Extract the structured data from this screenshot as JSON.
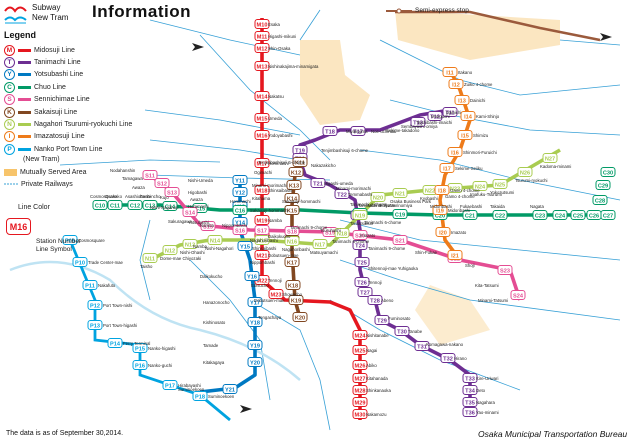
{
  "header": {
    "title": "Information",
    "subway_label": "Subway",
    "newtram_label": "New Tram"
  },
  "legend": {
    "title": "Legend",
    "lines": [
      {
        "code": "M",
        "name": "Midosuji Line",
        "color": "#e5171f"
      },
      {
        "code": "T",
        "name": "Tanimachi Line",
        "color": "#6d2e92"
      },
      {
        "code": "Y",
        "name": "Yotsubashi Line",
        "color": "#0079c2"
      },
      {
        "code": "C",
        "name": "Chuo Line",
        "color": "#019a66"
      },
      {
        "code": "S",
        "name": "Sennichimae Line",
        "color": "#e44d93"
      },
      {
        "code": "K",
        "name": "Sakaisuji Line",
        "color": "#814721"
      },
      {
        "code": "N",
        "name": "Nagahori Tsurumi-ryokuchi Line",
        "color": "#a9cc51"
      },
      {
        "code": "I",
        "name": "Imazatosuji Line",
        "color": "#ee7b1a"
      },
      {
        "code": "P",
        "name": "Nanko Port Town Line",
        "color": "#00a3e0"
      }
    ],
    "newtram_note": "(New Tram)",
    "mutual_label": "Mutually Served Area",
    "private_label": "Private Railways",
    "semi_express_label": "Semi-express stop",
    "line_color_label": "Line Color",
    "station_number_label": "Station Number",
    "line_symbol_label": "Line Symbol",
    "sample_number": "M16"
  },
  "map": {
    "stations": {
      "midosuji": [
        "Esaka",
        "Higashi-mikuni",
        "Shin-Osaka",
        "Nishinakajima-minamigata",
        "Nakatsu",
        "Umeda",
        "Yodoyabashi",
        "Hommachi",
        "Shinsaibashi",
        "Namba",
        "Daikokucho",
        "Dobutsuen-mae",
        "Tennoji",
        "Showacho",
        "Nishitanabe",
        "Nagai",
        "Abiko",
        "Kitahanada",
        "Shinkanaoka",
        "Nakamozu"
      ],
      "tanimachi": [
        "Dainichi",
        "Moriguchi",
        "Taishibashi-imaichi",
        "Sembayashi-omiya",
        "Sekime-takadono",
        "Noe-uchindai",
        "Miyakojima",
        "Tenjimbashisuji 6-chome",
        "Nakazakicho",
        "Higashi-umeda",
        "Minami-morimachi",
        "Temmabashi",
        "Tanimachi 4-chome",
        "Tanimachi 6-chome",
        "Tanimachi 9-chome",
        "Shitennoji-mae Yuhigaoka",
        "Tennoji",
        "Abeno",
        "Fuminosato",
        "Tanabe",
        "Komagawa-nakano",
        "Hirano",
        "Kire-Uriwari",
        "Deto",
        "Nagahara",
        "Yao-minami"
      ],
      "yotsubashi": [
        "Nishi-Umeda",
        "Higobashi",
        "Hommachi",
        "Yotsubashi",
        "Namba",
        "Daikokucho",
        "Hanazonocho",
        "Kishinosato",
        "Tamade",
        "Kitakagaya",
        "Suminoekoen"
      ],
      "chuo": [
        "Cosmosquare",
        "Osakako",
        "Asashiobashi",
        "Bentencho",
        "Kujo",
        "Awaza",
        "Hommachi",
        "Sakaisuji-hommachi",
        "Tanimachi 4-chome",
        "Morinomiya",
        "Midoribashi",
        "Fukaebashi",
        "Takaida",
        "Nagata"
      ],
      "sennichimae": [
        "Nodahanshin",
        "Tamagawa",
        "Awaza",
        "Nishi-Nagahori",
        "Sakuragawa",
        "Namba",
        "Nippombashi",
        "Tanimachi 9-chome",
        "Tsuruhashi",
        "Imazato",
        "Shin-Fukae",
        "Shoji",
        "Kita-Tatsumi",
        "Minami-Tatsumi"
      ],
      "sakaisuji": [
        "Tenjimbashisuji 6-chome",
        "Ogimachi",
        "Minami-morimachi",
        "Kitahama",
        "Sakaisuji-hommachi",
        "Nagahoribashi",
        "Nippombashi",
        "Ebisucho",
        "Dobutsuen-mae",
        "Tengachaya"
      ],
      "nagahori": [
        "Taisho",
        "Dome-mae Chiyozaki",
        "Nishi-Ohashi",
        "Nishi-Nagahori",
        "Shinsaibashi",
        "Nagahoribashi",
        "Matsuyamachi",
        "Tanimachi 6-chome",
        "Tamatsukuri",
        "Morinomiya",
        "Osaka Business Park",
        "Kyobashi",
        "Gamo 4-chome",
        "Imafuku-Tsurumi",
        "Yokozutsumi",
        "Tsurumi-ryokuchi",
        "Kadoma-minami"
      ],
      "imazatosuji": [
        "Itakano",
        "Zuiko 4-chome",
        "Dainichi",
        "Kami-Shinjo",
        "Shimizu",
        "Shinmori-Furuichi",
        "Sekime-Seiiku",
        "Gamo 4-chome",
        "Midoribashi",
        "Imazato"
      ],
      "nanko": [
        "Cosmosquare",
        "Trade Center-mae",
        "Nakafuto",
        "Port Town-nishi",
        "Port Town-higashi",
        "Ferry Terminal",
        "Nanko-higashi",
        "Nanko-guchi",
        "Hirabayashi",
        "Suminoekoen"
      ]
    },
    "line_labels": [
      {
        "text": "M10"
      },
      {
        "text": "M11"
      },
      {
        "text": "M12"
      },
      {
        "text": "M13"
      },
      {
        "text": "M14"
      },
      {
        "text": "M15"
      },
      {
        "text": "M16"
      },
      {
        "text": "M17"
      },
      {
        "text": "M18"
      },
      {
        "text": "M19"
      },
      {
        "text": "M20"
      },
      {
        "text": "M21"
      },
      {
        "text": "M22"
      },
      {
        "text": "M23"
      },
      {
        "text": "M24"
      },
      {
        "text": "M25"
      },
      {
        "text": "M26"
      },
      {
        "text": "M27"
      },
      {
        "text": "M28"
      },
      {
        "text": "M29"
      },
      {
        "text": "M30"
      },
      {
        "text": "T11"
      },
      {
        "text": "T12"
      },
      {
        "text": "T13"
      },
      {
        "text": "T17"
      },
      {
        "text": "T18"
      },
      {
        "text": "T19"
      },
      {
        "text": "T20"
      },
      {
        "text": "T21"
      },
      {
        "text": "T22"
      },
      {
        "text": "T23"
      },
      {
        "text": "T24"
      },
      {
        "text": "T25"
      },
      {
        "text": "T26"
      },
      {
        "text": "T27"
      },
      {
        "text": "T28"
      },
      {
        "text": "T29"
      },
      {
        "text": "T30"
      },
      {
        "text": "T31"
      },
      {
        "text": "T32"
      },
      {
        "text": "T33"
      },
      {
        "text": "T34"
      },
      {
        "text": "T35"
      },
      {
        "text": "T36"
      },
      {
        "text": "Y11"
      },
      {
        "text": "Y12"
      },
      {
        "text": "Y13"
      },
      {
        "text": "Y14"
      },
      {
        "text": "Y15"
      },
      {
        "text": "Y16"
      },
      {
        "text": "Y17"
      },
      {
        "text": "Y18"
      },
      {
        "text": "Y19"
      },
      {
        "text": "Y20"
      },
      {
        "text": "Y21"
      },
      {
        "text": "C10"
      },
      {
        "text": "C11"
      },
      {
        "text": "C12"
      },
      {
        "text": "C13"
      },
      {
        "text": "C14"
      },
      {
        "text": "C15"
      },
      {
        "text": "C16"
      },
      {
        "text": "C17"
      },
      {
        "text": "C18"
      },
      {
        "text": "C19"
      },
      {
        "text": "C20"
      },
      {
        "text": "C21"
      },
      {
        "text": "C22"
      },
      {
        "text": "C23"
      },
      {
        "text": "C24"
      },
      {
        "text": "C25"
      },
      {
        "text": "C26"
      },
      {
        "text": "C27"
      },
      {
        "text": "C28"
      },
      {
        "text": "C29"
      },
      {
        "text": "C30"
      },
      {
        "text": "S11"
      },
      {
        "text": "S12"
      },
      {
        "text": "S13"
      },
      {
        "text": "S14"
      },
      {
        "text": "S15"
      },
      {
        "text": "S16"
      },
      {
        "text": "S17"
      },
      {
        "text": "S18"
      },
      {
        "text": "S19"
      },
      {
        "text": "S20"
      },
      {
        "text": "S21"
      },
      {
        "text": "S22"
      },
      {
        "text": "S23"
      },
      {
        "text": "S24"
      },
      {
        "text": "K11"
      },
      {
        "text": "K12"
      },
      {
        "text": "K13"
      },
      {
        "text": "K14"
      },
      {
        "text": "K15"
      },
      {
        "text": "K16"
      },
      {
        "text": "K17"
      },
      {
        "text": "K18"
      },
      {
        "text": "K19"
      },
      {
        "text": "K20"
      },
      {
        "text": "N11"
      },
      {
        "text": "N12"
      },
      {
        "text": "N13"
      },
      {
        "text": "N14"
      },
      {
        "text": "N15"
      },
      {
        "text": "N16"
      },
      {
        "text": "N17"
      },
      {
        "text": "N18"
      },
      {
        "text": "N19"
      },
      {
        "text": "N20"
      },
      {
        "text": "N21"
      },
      {
        "text": "N22"
      },
      {
        "text": "N23"
      },
      {
        "text": "N24"
      },
      {
        "text": "N25"
      },
      {
        "text": "N26"
      },
      {
        "text": "N27"
      },
      {
        "text": "I11"
      },
      {
        "text": "I12"
      },
      {
        "text": "I13"
      },
      {
        "text": "I14"
      },
      {
        "text": "I15"
      },
      {
        "text": "I16"
      },
      {
        "text": "I17"
      },
      {
        "text": "I18"
      },
      {
        "text": "I19"
      },
      {
        "text": "I20"
      },
      {
        "text": "I21"
      },
      {
        "text": "P09"
      },
      {
        "text": "P10"
      },
      {
        "text": "P11"
      },
      {
        "text": "P12"
      },
      {
        "text": "P13"
      },
      {
        "text": "P14"
      },
      {
        "text": "P15"
      },
      {
        "text": "P16"
      },
      {
        "text": "P17"
      },
      {
        "text": "P18"
      }
    ]
  },
  "footer": {
    "note": "The data is as of September 30,2014.",
    "bureau": "Osaka Municipal Transportation Bureau"
  }
}
